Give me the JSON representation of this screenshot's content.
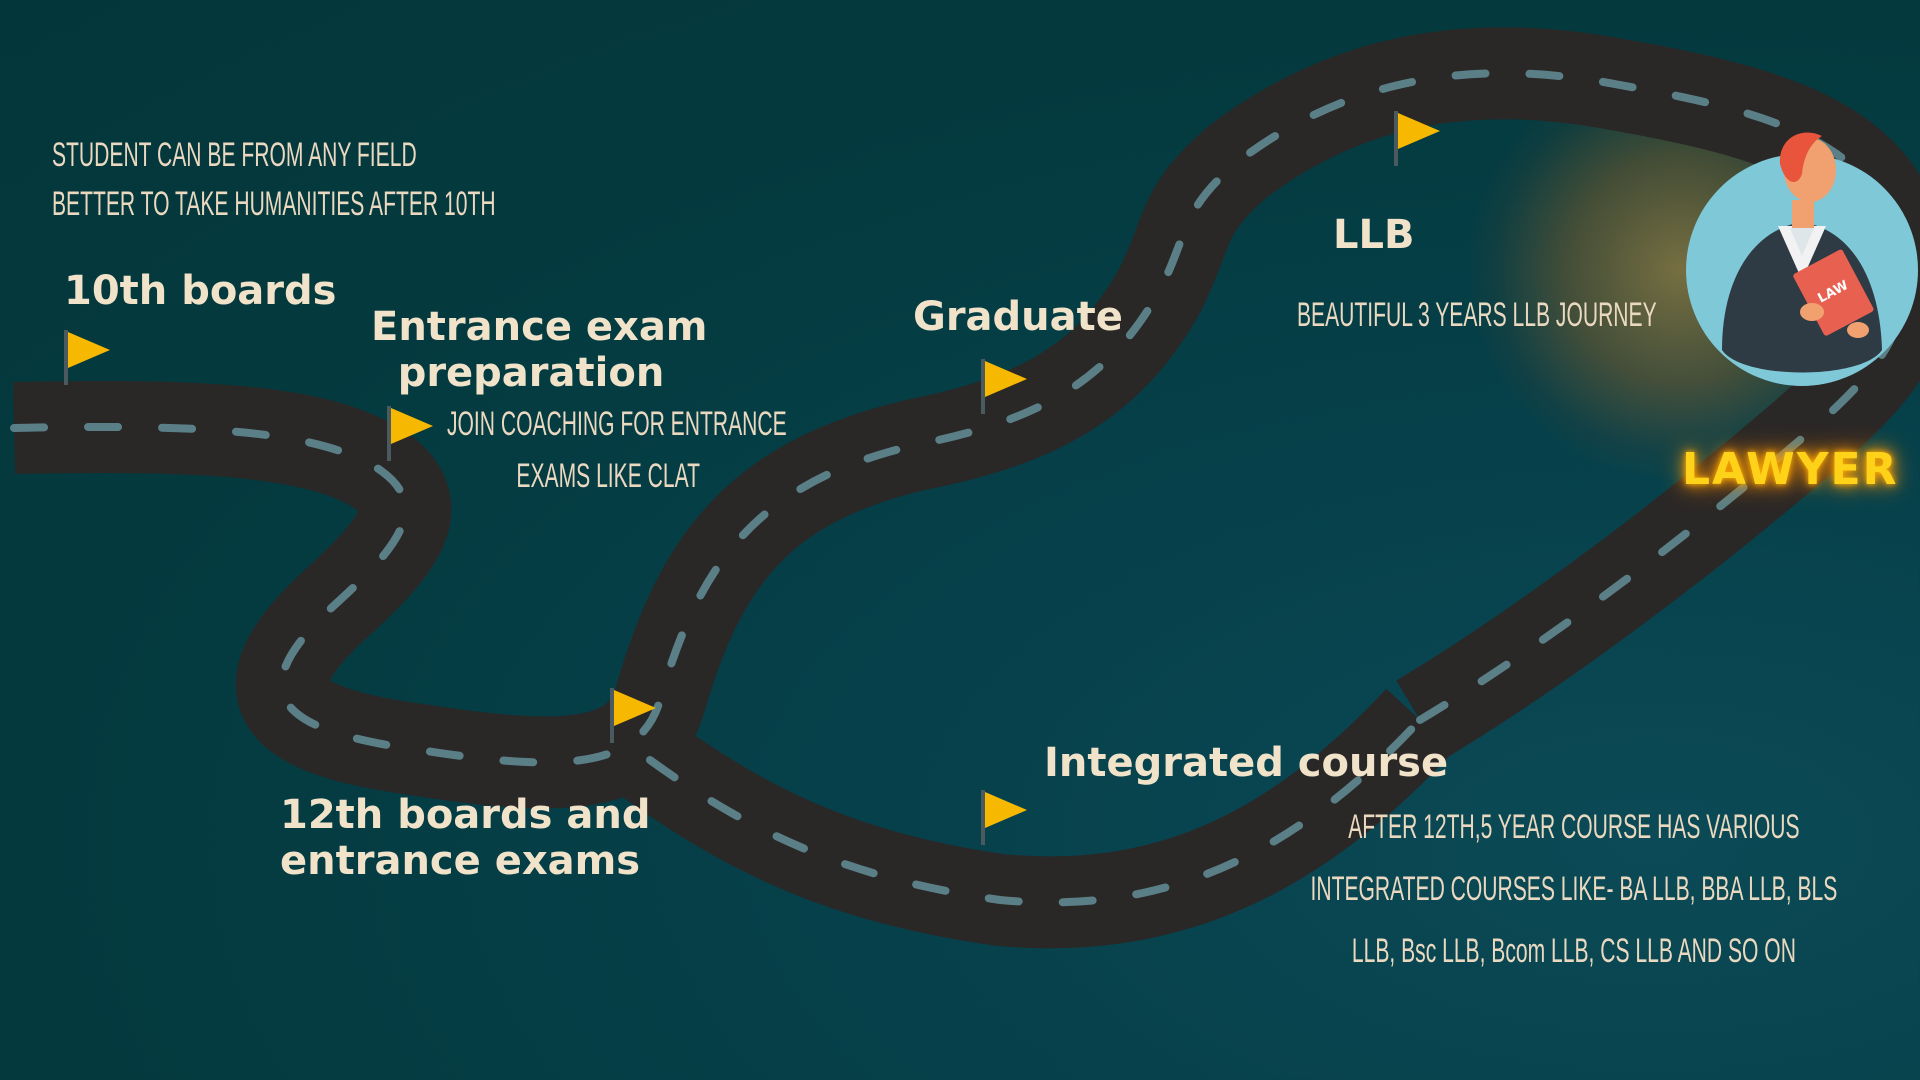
{
  "milestones": {
    "tenth_boards": "10th boards",
    "entrance_prep_line1": "Entrance exam",
    "entrance_prep_line2": "preparation",
    "twelfth_line1": "12th boards and",
    "twelfth_line2": "entrance exams",
    "graduate": "Graduate",
    "llb": "LLB",
    "integrated": "Integrated course"
  },
  "notes": {
    "field_line1": "STUDENT CAN BE FROM ANY FIELD",
    "field_line2": "BETTER TO TAKE HUMANITIES AFTER 10TH",
    "coaching_line1": "JOIN COACHING FOR ENTRANCE",
    "coaching_line2": "EXAMS LIKE  CLAT",
    "llb_journey": "BEAUTIFUL 3 YEARS LLB JOURNEY",
    "integrated_line1": "AFTER 12TH,5 YEAR COURSE HAS VARIOUS",
    "integrated_line2": "INTEGRATED COURSES LIKE- BA LLB, BBA LLB, BLS",
    "integrated_line3": "LLB, Bsc LLB, Bcom LLB, CS LLB AND SO ON"
  },
  "destination": {
    "label": "LAWYER",
    "book_text": "LAW"
  },
  "icons": {
    "flag": "flag-icon",
    "avatar": "lawyer-avatar"
  },
  "colors": {
    "background": "#043a3e",
    "road": "#2a2727",
    "road_dash": "#5b7f86",
    "flag": "#f6b800",
    "title_text": "#f1e3c9",
    "glow": "#ff9d00",
    "avatar_circle": "#7ec8d8"
  }
}
